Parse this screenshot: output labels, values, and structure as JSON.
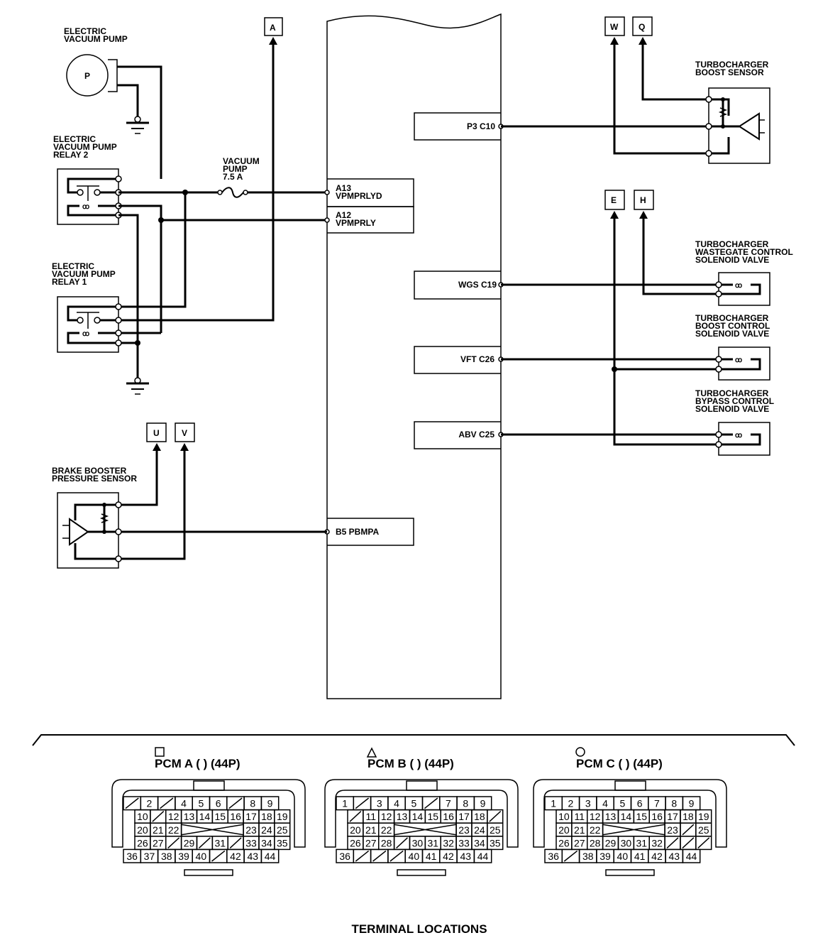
{
  "colors": {
    "ink": "#000000",
    "paper": "#ffffff"
  },
  "components": {
    "vacuum_pump": {
      "label_lines": [
        "ELECTRIC",
        "VACUUM PUMP"
      ],
      "symbol": "P"
    },
    "relay2": {
      "label_lines": [
        "ELECTRIC",
        "VACUUM PUMP",
        "RELAY 2"
      ]
    },
    "relay1": {
      "label_lines": [
        "ELECTRIC",
        "VACUUM PUMP",
        "RELAY 1"
      ]
    },
    "fuse": {
      "label_lines": [
        "VACUUM",
        "PUMP",
        "7.5 A"
      ]
    },
    "brake_sensor": {
      "label_lines": [
        "BRAKE BOOSTER",
        "PRESSURE SENSOR"
      ]
    },
    "boost_sensor": {
      "label_lines": [
        "TURBOCHARGER",
        "BOOST SENSOR"
      ]
    },
    "wastegate_valve": {
      "label_lines": [
        "TURBOCHARGER",
        "WASTEGATE CONTROL",
        "SOLENOID VALVE"
      ]
    },
    "boost_valve": {
      "label_lines": [
        "TURBOCHARGER",
        "BOOST CONTROL",
        "SOLENOID VALVE"
      ]
    },
    "bypass_valve": {
      "label_lines": [
        "TURBOCHARGER",
        "BYPASS CONTROL",
        "SOLENOID VALVE"
      ]
    }
  },
  "connectors_refs": {
    "A": "A",
    "U": "U",
    "V": "V",
    "W": "W",
    "Q": "Q",
    "E": "E",
    "H": "H"
  },
  "pcm_terminals": {
    "a13": {
      "pin": "A13",
      "name": "VPMPRLYD"
    },
    "a12": {
      "pin": "A12",
      "name": "VPMPRLY"
    },
    "b5": {
      "label": "B5 PBMPA"
    },
    "p3c10": {
      "label": "P3 C10"
    },
    "wgs": {
      "label": "WGS C19"
    },
    "vft": {
      "label": "VFT C26"
    },
    "abv": {
      "label": "ABV C25"
    }
  },
  "terminal_locations": {
    "title": "TERMINAL LOCATIONS",
    "connectors": [
      {
        "name": "PCM A (   ) (44P)",
        "marker": "square",
        "rows": [
          [
            "/",
            "2",
            "/",
            "4",
            "5",
            "6",
            "/",
            "8",
            "9"
          ],
          [
            "10",
            "/",
            "12",
            "13",
            "14",
            "15",
            "16",
            "17",
            "18",
            "19"
          ],
          [
            "20",
            "21",
            "22",
            "X",
            "23",
            "24",
            "25"
          ],
          [
            "26",
            "27",
            "/",
            "29",
            "/",
            "31",
            "/",
            "33",
            "34",
            "35"
          ],
          [
            "36",
            "37",
            "38",
            "39",
            "40",
            "/",
            "42",
            "43",
            "44"
          ]
        ]
      },
      {
        "name": "PCM B (   ) (44P)",
        "marker": "triangle",
        "rows": [
          [
            "1",
            "/",
            "3",
            "4",
            "5",
            "/",
            "7",
            "8",
            "9"
          ],
          [
            "/",
            "11",
            "12",
            "13",
            "14",
            "15",
            "16",
            "17",
            "18",
            "/"
          ],
          [
            "20",
            "21",
            "22",
            "X",
            "23",
            "24",
            "25"
          ],
          [
            "26",
            "27",
            "28",
            "/",
            "30",
            "31",
            "32",
            "33",
            "34",
            "35"
          ],
          [
            "36",
            "/",
            "/",
            "/",
            "40",
            "41",
            "42",
            "43",
            "44"
          ]
        ]
      },
      {
        "name": "PCM C (   ) (44P)",
        "marker": "circle",
        "rows": [
          [
            "1",
            "2",
            "3",
            "4",
            "5",
            "6",
            "7",
            "8",
            "9"
          ],
          [
            "10",
            "11",
            "12",
            "13",
            "14",
            "15",
            "16",
            "17",
            "18",
            "19"
          ],
          [
            "20",
            "21",
            "22",
            "X",
            "23",
            "/",
            "25"
          ],
          [
            "26",
            "27",
            "28",
            "29",
            "30",
            "31",
            "32",
            "/",
            "/",
            "/"
          ],
          [
            "36",
            "/",
            "38",
            "39",
            "40",
            "41",
            "42",
            "43",
            "44"
          ]
        ]
      }
    ]
  }
}
